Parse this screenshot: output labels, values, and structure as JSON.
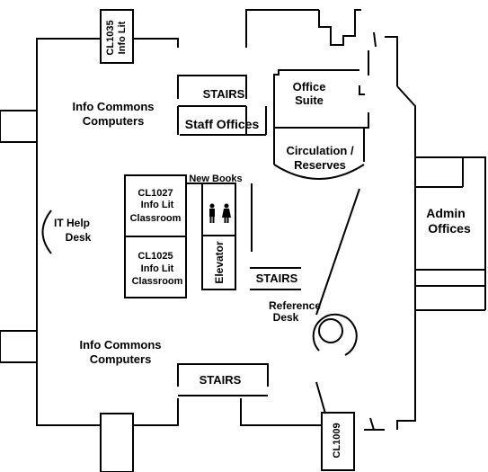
{
  "colors": {
    "ink": "#000000",
    "paper": "#ffffff"
  },
  "rooms": {
    "cl1035": {
      "number": "CL1035",
      "name": "Info Lit"
    },
    "cl1009": {
      "number": "CL1009"
    },
    "cl1027": {
      "number": "CL1027",
      "line2": "Info Lit",
      "line3": "Classroom"
    },
    "cl1025": {
      "number": "CL1025",
      "line2": "Info Lit",
      "line3": "Classroom"
    },
    "office_suite": {
      "line1": "Office",
      "line2": "Suite"
    },
    "staff_offices": "Staff Offices",
    "circulation": {
      "line1": "Circulation /",
      "line2": "Reserves"
    },
    "admin_offices": {
      "line1": "Admin",
      "line2": "Offices"
    },
    "elevator": "Elevator",
    "new_books": "New Books"
  },
  "areas": {
    "info_commons_top": {
      "line1": "Info Commons",
      "line2": "Computers"
    },
    "info_commons_bottom": {
      "line1": "Info Commons",
      "line2": "Computers"
    },
    "it_help": {
      "line1": "IT Help",
      "line2": "Desk"
    },
    "reference": {
      "line1": "Reference",
      "line2": "Desk"
    }
  },
  "stairs": {
    "top": "STAIRS",
    "center": "STAIRS",
    "bottom": "STAIRS"
  },
  "icons": {
    "restroom": "restroom-icon"
  }
}
